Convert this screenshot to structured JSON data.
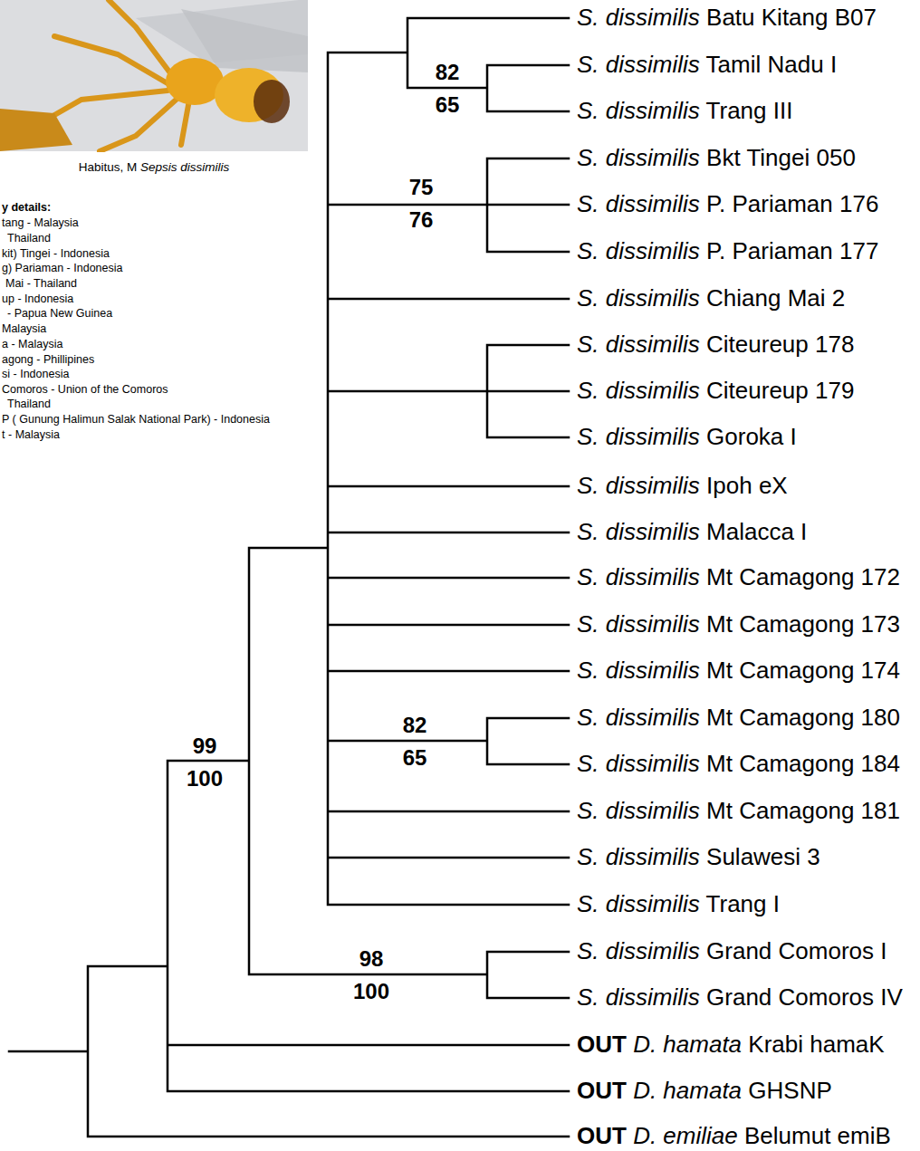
{
  "diagram": {
    "labels": [
      "Habitus, M Sepsis dissimilis",
      "y details:",
      "tang - Malaysia",
      "Thailand",
      "kit) Tingei - Indonesia",
      "g) Pariaman - Indonesia",
      "Mai - Thailand",
      "up - Indonesia",
      "- Papua New Guinea",
      "Malaysia",
      "a - Malaysia",
      "agong - Phillipines",
      "si - Indonesia",
      "Comoros - Union of the Comoros",
      "Thailand",
      "P ( Gunung Halimun Salak National Park) - Indonesia",
      "t - Malaysia",
      "S. dissimilis Batu Kitang B07",
      "S. dissimilis Tamil Nadu I",
      "S. dissimilis Trang III",
      "S. dissimilis Bkt Tingei 050",
      "S. dissimilis P. Pariaman 176",
      "S. dissimilis P. Pariaman 177",
      "S. dissimilis Chiang Mai 2",
      "S. dissimilis Citeureup 178",
      "S. dissimilis Citeureup 179",
      "S. dissimilis Goroka I",
      "S. dissimilis Ipoh eX",
      "S. dissimilis Malacca I",
      "S. dissimilis Mt Camagong 172",
      "S. dissimilis Mt Camagong 173",
      "S. dissimilis Mt Camagong 174",
      "S. dissimilis Mt Camagong 180",
      "S. dissimilis Mt Camagong 184",
      "S. dissimilis Mt Camagong 181",
      "S. dissimilis Sulawesi 3",
      "S. dissimilis Trang I",
      "S. dissimilis Grand Comoros I",
      "S. dissimilis Grand Comoros IV",
      "OUT D. hamata Krabi hamaK",
      "OUT D. hamata GHSNP",
      "OUT D. emiliae Belumut emiB",
      "82",
      "65",
      "75",
      "76",
      "82",
      "65",
      "99",
      "100",
      "98",
      "100"
    ]
  }
}
